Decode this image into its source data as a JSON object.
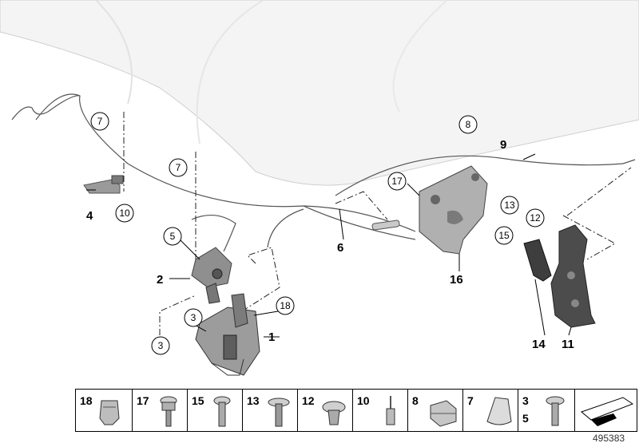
{
  "callouts": {
    "c1": "1",
    "c2": "2",
    "c3a": "3",
    "c3b": "3",
    "c4": "4",
    "c5": "5",
    "c6": "6",
    "c7a": "7",
    "c7b": "7",
    "c8": "8",
    "c9": "9",
    "c10": "10",
    "c11": "11",
    "c12": "12",
    "c13": "13",
    "c14": "14",
    "c15": "15",
    "c16": "16",
    "c17": "17",
    "c18": "18"
  },
  "fasteners": [
    {
      "label": "18",
      "icon": "clip-nut-icon"
    },
    {
      "label": "17",
      "icon": "flange-screw-icon"
    },
    {
      "label": "15",
      "icon": "torx-screw-icon"
    },
    {
      "label": "13",
      "icon": "washer-screw-icon"
    },
    {
      "label": "12",
      "icon": "expanding-nut-icon"
    },
    {
      "label": "10",
      "icon": "blind-rivet-icon"
    },
    {
      "label": "8",
      "icon": "spring-nut-icon"
    },
    {
      "label": "7",
      "icon": "cable-clip-icon"
    },
    {
      "label": "3",
      "label2": "5",
      "icon": "hex-screw-icon"
    },
    {
      "label": "",
      "icon": "hood-arrow-icon"
    }
  ],
  "diagram_number": "495383"
}
